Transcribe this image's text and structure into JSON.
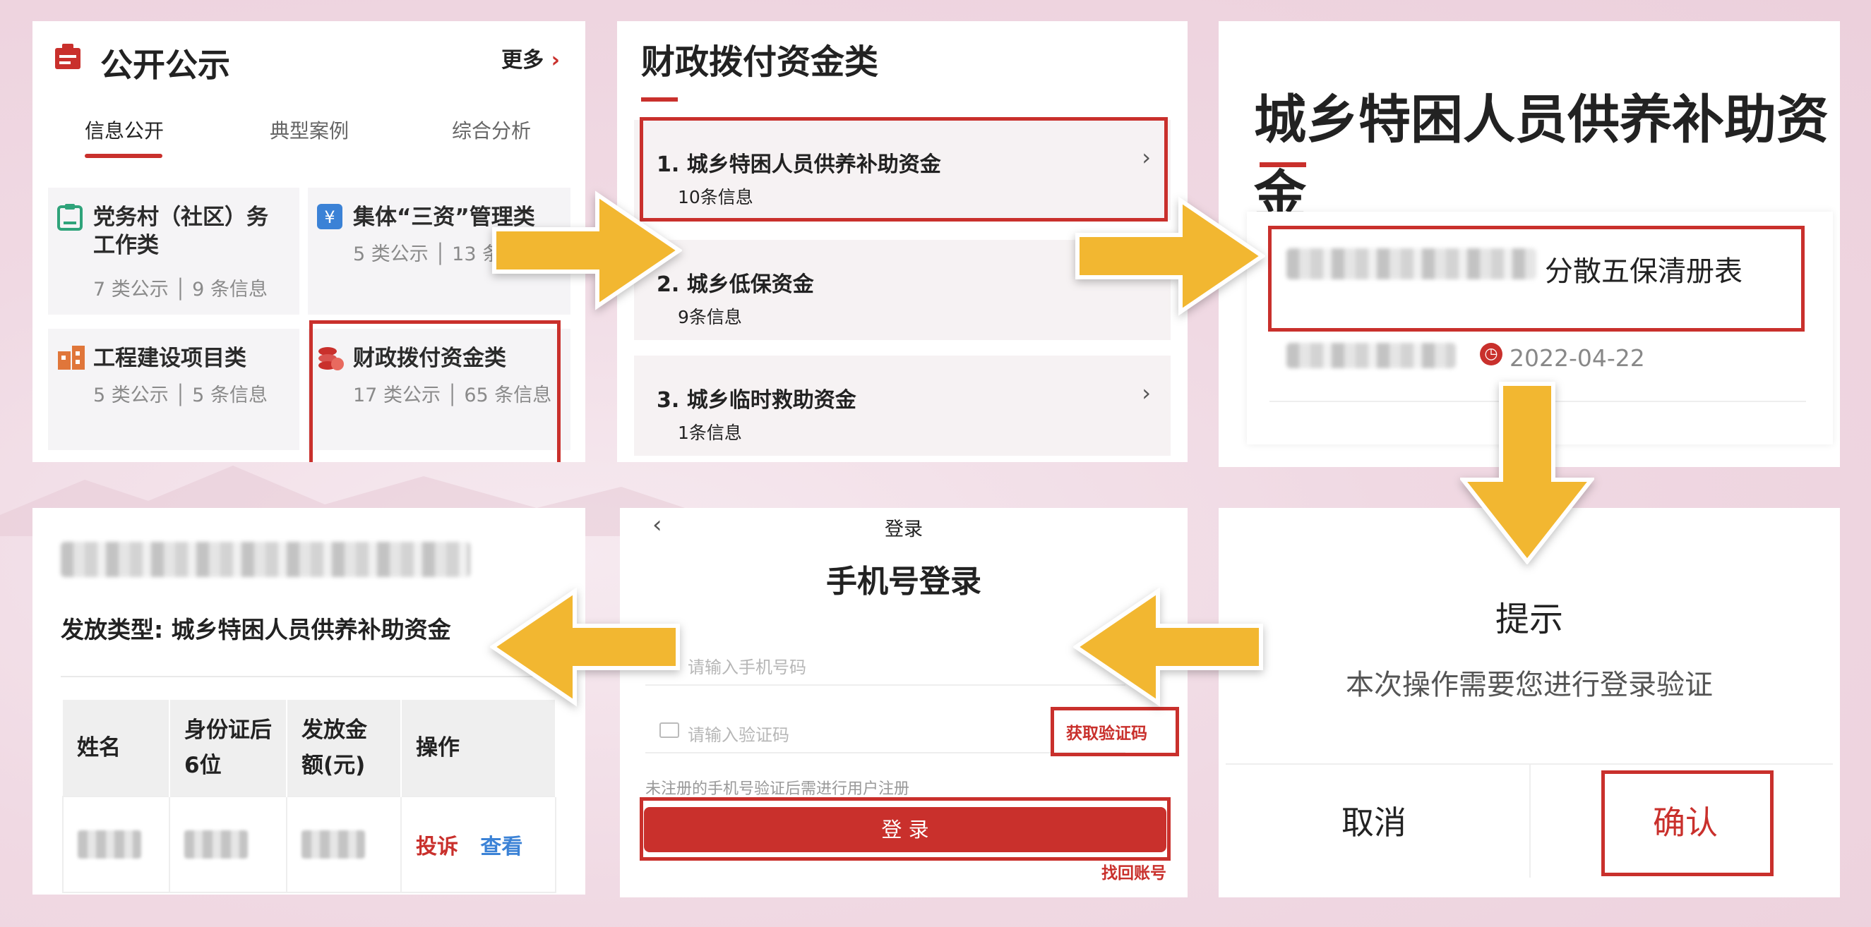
{
  "colors": {
    "accent": "#c9302c",
    "arrow": "#f2b731",
    "blue_link": "#3b82d6"
  },
  "panel1": {
    "title": "公开公示",
    "more": "更多",
    "tabs": [
      "信息公开",
      "典型案例",
      "综合分析"
    ],
    "cards": [
      {
        "title": "党务村（社区）务工作类",
        "stats": "7 类公示 │ 9 条信息",
        "icon": "clipboard-icon"
      },
      {
        "title": "集体“三资”管理类",
        "stats": "5 类公示 │ 13 条",
        "icon": "yuan-icon"
      },
      {
        "title": "工程建设项目类",
        "stats": "5 类公示 │ 5 条信息",
        "icon": "building-icon"
      },
      {
        "title": "财政拨付资金类",
        "stats": "17 类公示 │ 65 条信息",
        "icon": "coins-icon"
      }
    ]
  },
  "panel2": {
    "title": "财政拨付资金类",
    "items": [
      {
        "label": "1. 城乡特困人员供养补助资金",
        "count": "10条信息"
      },
      {
        "label": "2. 城乡低保资金",
        "count": "9条信息"
      },
      {
        "label": "3. 城乡临时救助资金",
        "count": "1条信息"
      }
    ]
  },
  "panel3": {
    "title": "城乡特困人员供养补助资金",
    "record_title_suffix": "分散五保清册表",
    "date": "2022-04-22"
  },
  "panel4": {
    "type_label": "发放类型: 城乡特困人员供养补助资金",
    "columns": [
      "姓名",
      "身份证后6位",
      "发放金额(元)",
      "操作"
    ],
    "actions": {
      "complain": "投诉",
      "view": "查看"
    }
  },
  "panel5": {
    "header": "登录",
    "title": "手机号登录",
    "phone_placeholder": "请输入手机号码",
    "code_placeholder": "请输入验证码",
    "get_code": "获取验证码",
    "note": "未注册的手机号验证后需进行用户注册",
    "login_button": "登 录",
    "recover": "找回账号"
  },
  "panel6": {
    "title": "提示",
    "message": "本次操作需要您进行登录验证",
    "cancel": "取消",
    "confirm": "确认"
  }
}
